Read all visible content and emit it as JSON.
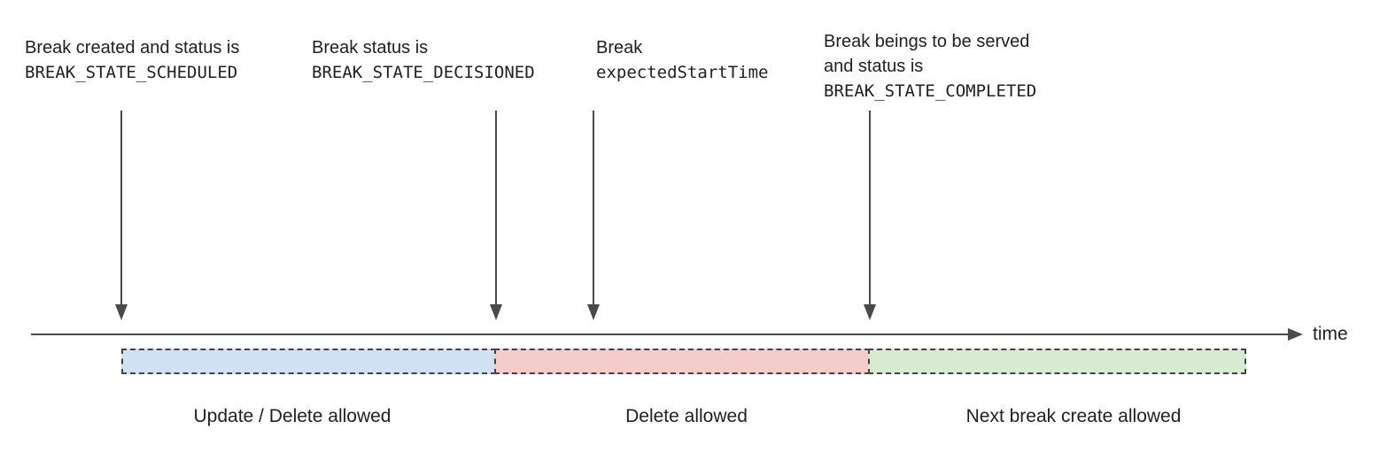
{
  "annotations": [
    {
      "lines": [
        "Break created and status is"
      ],
      "code": "BREAK_STATE_SCHEDULED"
    },
    {
      "lines": [
        "Break status is"
      ],
      "code": "BREAK_STATE_DECISIONED"
    },
    {
      "lines": [
        "Break"
      ],
      "code": "expectedStartTime"
    },
    {
      "lines": [
        "Break beings to be served",
        "and status is"
      ],
      "code": "BREAK_STATE_COMPLETED"
    }
  ],
  "timeline": {
    "axis_label": "time"
  },
  "segments": [
    {
      "label": "Update / Delete allowed",
      "fill": "#cfe2f3"
    },
    {
      "label": "Delete allowed",
      "fill": "#f4cccc"
    },
    {
      "label": "Next break create allowed",
      "fill": "#d9ead3"
    }
  ],
  "colors": {
    "arrow": "#4a4a4a",
    "dash_border": "#434343",
    "text": "#202124"
  }
}
